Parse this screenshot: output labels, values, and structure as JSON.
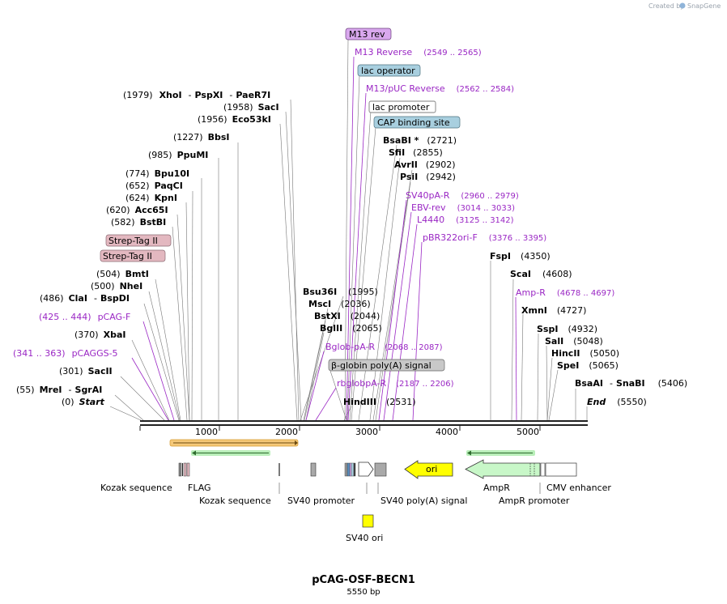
{
  "credit": "Created by",
  "brand": "SnapGene",
  "title": "pCAG-OSF-BECN1",
  "length_label": "5550 bp",
  "colors": {
    "backbone": "#222222",
    "primer": "#9a27c4",
    "orf": "#ffff00",
    "ampr": "#c8f7c8",
    "orange_bar": "#f5b140",
    "blue_box": "#a8cfdf",
    "pink_box": "#e3b8c0",
    "grey_box": "#c8c8c8"
  },
  "ticks": [
    "1000",
    "2000",
    "3000",
    "4000",
    "5000"
  ],
  "sites": [
    {
      "pos": "(1979)",
      "name": "XhoI",
      "sep": "-",
      "name2": "PspXI",
      "sep2": "-",
      "name3": "PaeR7I"
    },
    {
      "pos": "(1958)",
      "name": "SacI"
    },
    {
      "pos": "(1956)",
      "name": "Eco53kI"
    },
    {
      "pos": "(1227)",
      "name": "BbsI"
    },
    {
      "pos": "(985)",
      "name": "PpuMI"
    },
    {
      "pos": "(774)",
      "name": "Bpu10I"
    },
    {
      "pos": "(652)",
      "name": "PaqCI"
    },
    {
      "pos": "(624)",
      "name": "KpnI"
    },
    {
      "pos": "(620)",
      "name": "Acc65I"
    },
    {
      "pos": "(582)",
      "name": "BstBI"
    },
    {
      "pos": "(504)",
      "name": "BmtI"
    },
    {
      "pos": "(500)",
      "name": "NheI"
    },
    {
      "pos": "(486)",
      "name": "ClaI",
      "sep": "-",
      "name2": "BspDI"
    },
    {
      "pos": "(370)",
      "name": "XbaI"
    },
    {
      "pos": "(301)",
      "name": "SacII"
    },
    {
      "pos": "(55)",
      "name": "MreI",
      "sep": "-",
      "name2": "SgrAI"
    },
    {
      "pos": "(0)",
      "name": "Start"
    },
    {
      "pos": "(2721)",
      "name": "BsaBI *"
    },
    {
      "pos": "(2855)",
      "name": "SfiI"
    },
    {
      "pos": "(2902)",
      "name": "AvrII"
    },
    {
      "pos": "(2942)",
      "name": "PsiI"
    },
    {
      "pos": "(1995)",
      "name": "Bsu36I"
    },
    {
      "pos": "(2036)",
      "name": "MscI"
    },
    {
      "pos": "(2044)",
      "name": "BstXI"
    },
    {
      "pos": "(2065)",
      "name": "BglII"
    },
    {
      "pos": "(2531)",
      "name": "HindIII"
    },
    {
      "pos": "(4350)",
      "name": "FspI"
    },
    {
      "pos": "(4608)",
      "name": "ScaI"
    },
    {
      "pos": "(4727)",
      "name": "XmnI"
    },
    {
      "pos": "(4932)",
      "name": "SspI"
    },
    {
      "pos": "(5048)",
      "name": "SalI"
    },
    {
      "pos": "(5050)",
      "name": "HincII"
    },
    {
      "pos": "(5065)",
      "name": "SpeI"
    },
    {
      "pos": "(5406)",
      "name": "BsaAI",
      "sep": "-",
      "name2": "SnaBI"
    },
    {
      "pos": "(5550)",
      "name": "End"
    }
  ],
  "primers": [
    {
      "name": "M13 Reverse",
      "range": "(2549 .. 2565)"
    },
    {
      "name": "M13/pUC Reverse",
      "range": "(2562 .. 2584)"
    },
    {
      "name": "SV40pA-R",
      "range": "(2960 .. 2979)"
    },
    {
      "name": "EBV-rev",
      "range": "(3014 .. 3033)"
    },
    {
      "name": "L4440",
      "range": "(3125 .. 3142)"
    },
    {
      "name": "pBR322ori-F",
      "range": "(3376 .. 3395)"
    },
    {
      "name": "Amp-R",
      "range": "(4678 .. 4697)"
    },
    {
      "name": "pCAG-F",
      "range": "(425 .. 444)"
    },
    {
      "name": "pCAGGS-5",
      "range": "(341 .. 363)"
    },
    {
      "name": "Bglob-pA-R",
      "range": "(2068 .. 2087)"
    },
    {
      "name": "rbglobpA-R",
      "range": "(2187 .. 2206)"
    }
  ],
  "feature_boxes": {
    "m13rev": "M13 rev",
    "lac_operator": "lac operator",
    "lac_promoter": "lac promoter",
    "cap_site": "CAP binding site",
    "strep1": "Strep-Tag II",
    "strep2": "Strep-Tag II",
    "bglobin": "β-globin poly(A) signal"
  },
  "features": {
    "kozak1": "Kozak sequence",
    "flag": "FLAG",
    "kozak2": "Kozak sequence",
    "sv40_promoter": "SV40 promoter",
    "sv40_polya": "SV40 poly(A) signal",
    "ori": "ori",
    "ampr": "AmpR",
    "ampr_promoter": "AmpR promoter",
    "cmv": "CMV enhancer",
    "sv40_ori": "SV40 ori"
  }
}
